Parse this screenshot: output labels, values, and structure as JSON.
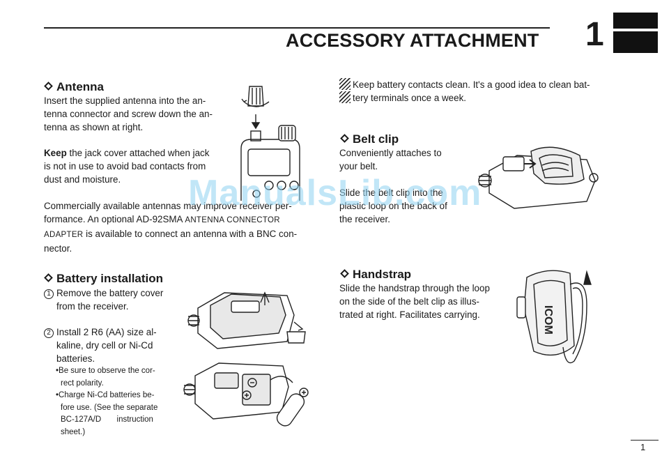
{
  "header": {
    "title": "ACCESSORY ATTACHMENT",
    "chapter": "1"
  },
  "antenna": {
    "heading": "Antenna",
    "lines1": [
      "Insert the supplied antenna into the an-",
      "tenna connector and screw down the an-",
      "tenna as shown at right."
    ],
    "keep_bold": "Keep",
    "keep_rest": " the jack cover attached when jack",
    "lines2": [
      "is not in use to avoid bad contacts from",
      "dust and moisture."
    ],
    "commercial_line1": "Commercially available antennas may improve receiver per-",
    "commercial_line2": "formance. An optional AD-92SMA",
    "commercial_sc1": " ANTENNA CONNECTOR",
    "commercial_sc2": "ADAPTER",
    "commercial_line3_rest": " is available to connect an antenna with a BNC con-",
    "commercial_line4": "nector."
  },
  "battery": {
    "heading": "Battery installation",
    "step1_num": "1",
    "step1_lines": [
      "Remove the battery cover",
      "from the receiver."
    ],
    "step2_num": "2",
    "step2_lines": [
      "Install 2 R6 (AA) size al-",
      "kaline, dry cell or Ni-Cd",
      "batteries."
    ],
    "bullets": [
      "•Be sure to observe the cor-",
      "rect polarity.",
      "•Charge Ni-Cd batteries be-",
      "fore use. (See the separate",
      "BC-127A/D       instruction",
      "sheet.)"
    ]
  },
  "contacts": {
    "lines": [
      "Keep battery contacts clean. It's a good idea to clean bat-",
      "tery terminals once a week."
    ]
  },
  "belt_clip": {
    "heading": "Belt clip",
    "lines": [
      "Conveniently   attaches   to",
      "your belt.",
      "",
      "Slide the belt clip into the",
      "plastic loop on the back of",
      "the receiver."
    ]
  },
  "handstrap": {
    "heading": "Handstrap",
    "lines": [
      "Slide the handstrap through the loop",
      "on the side of the belt clip as illus-",
      "trated at right. Facilitates carrying."
    ],
    "logo_text": "ICOM"
  },
  "watermark": "ManualsLib.com",
  "footer": {
    "page_number": "1"
  }
}
